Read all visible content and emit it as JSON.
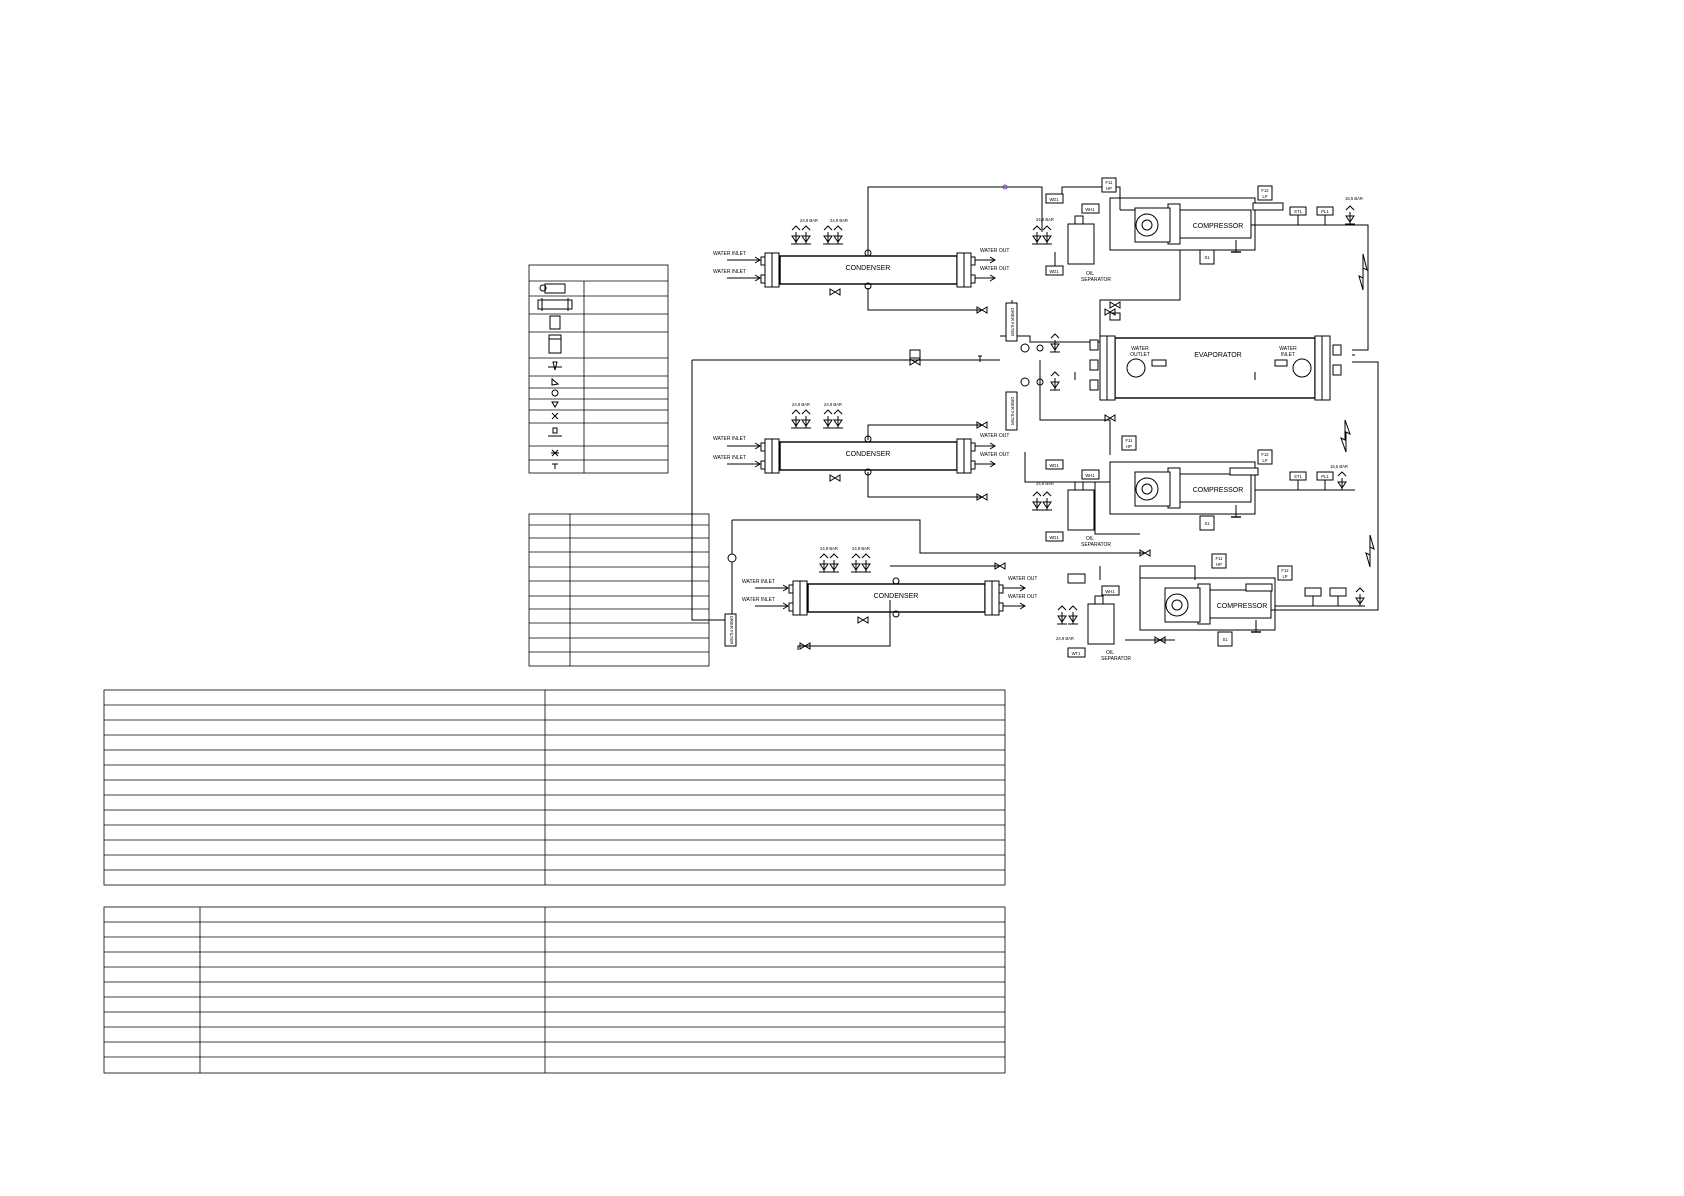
{
  "labels": {
    "water_inlet": "WATER INLET",
    "water_out": "WATER OUT",
    "condenser": "CONDENSER",
    "compressor": "COMPRESSOR",
    "oil": "OIL",
    "separator": "SEPARATOR",
    "evaporator": "EVAPORATOR",
    "evap_water_outlet_1": "WATER",
    "evap_water_outlet_2": "OUTLET",
    "evap_water_inlet_1": "WATER",
    "evap_water_inlet_2": "INLET",
    "relief_24": "24,9 BAR",
    "relief_15": "15,5 BAR",
    "sensor_wd1": "WD1",
    "sensor_wh1": "WH1",
    "sensor_wt1": "WT1",
    "sensor_st1": "ST1",
    "sensor_pl1": "PL1",
    "sensor_s1": "S1",
    "sensor_f11": "F11",
    "sensor_f12": "F12",
    "sensor_hp": "HP",
    "sensor_lp": "LP",
    "filter_drier": "DRIER FILTER"
  },
  "legend_table": {
    "rows": 11
  },
  "side_table": {
    "rows": 12
  },
  "table_upper": {
    "rows": 13,
    "cols": 2
  },
  "table_lower": {
    "rows": 11,
    "cols": 3
  },
  "colors": {
    "line": "#000000",
    "background": "#ffffff",
    "accent": "#7a3cc8"
  }
}
